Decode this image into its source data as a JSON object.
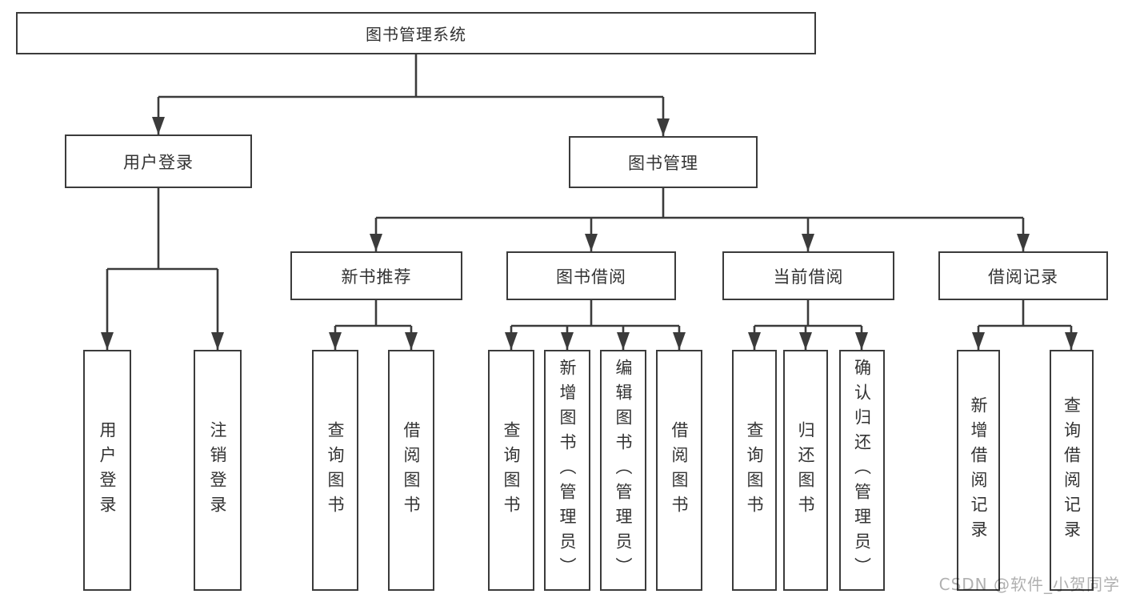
{
  "diagram": {
    "root": {
      "label": "图书管理系统"
    },
    "level2": {
      "user_login": {
        "label": "用户登录"
      },
      "book_management": {
        "label": "图书管理"
      }
    },
    "level3": {
      "new_book_recommend": {
        "label": "新书推荐"
      },
      "book_borrowing": {
        "label": "图书借阅"
      },
      "current_borrowing": {
        "label": "当前借阅"
      },
      "borrowing_records": {
        "label": "借阅记录"
      }
    },
    "leaves": {
      "user_login": {
        "label": "用户登录"
      },
      "logout": {
        "label": "注销登录"
      },
      "rec_query_books": {
        "label": "查询图书"
      },
      "rec_borrow_books": {
        "label": "借阅图书"
      },
      "borrow_query_books": {
        "label": "查询图书"
      },
      "borrow_add_books_admin": {
        "label": "新增图书（管理员）"
      },
      "borrow_edit_books_admin": {
        "label": "编辑图书（管理员）"
      },
      "borrow_borrow_books": {
        "label": "借阅图书"
      },
      "current_query_books": {
        "label": "查询图书"
      },
      "current_return_books": {
        "label": "归还图书"
      },
      "current_confirm_return_admin": {
        "label": "确认归还（管理员）"
      },
      "records_add_record": {
        "label": "新增借阅记录"
      },
      "records_query_record": {
        "label": "查询借阅记录"
      }
    }
  },
  "watermark": "CSDN @软件_小贺同学",
  "colors": {
    "line": "#3b3b3b",
    "box_border": "#3b3b3b",
    "box_background": "#ffffff",
    "text": "#333333",
    "watermark": "#b0b0b0",
    "page_background": "#ffffff"
  }
}
